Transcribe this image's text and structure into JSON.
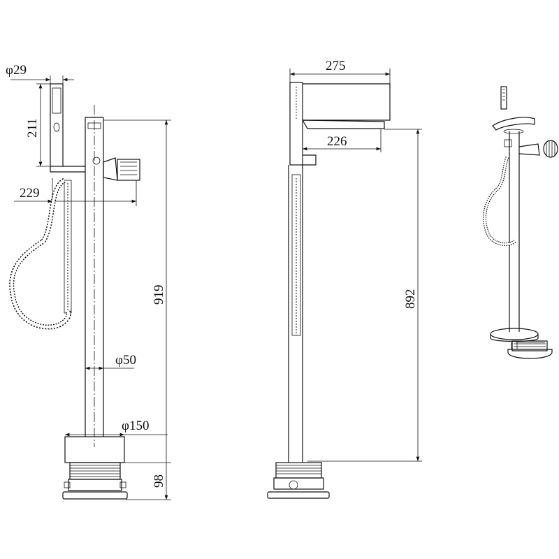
{
  "drawing": {
    "front_view": {
      "hand_shower_diameter": "φ29",
      "hand_shower_length": "211",
      "holder_reach": "229",
      "total_height": "919",
      "pole_diameter": "φ50",
      "base_diameter": "φ150",
      "base_height": "98"
    },
    "side_view": {
      "total_depth": "275",
      "spout_reach": "226",
      "spout_height": "892"
    }
  }
}
